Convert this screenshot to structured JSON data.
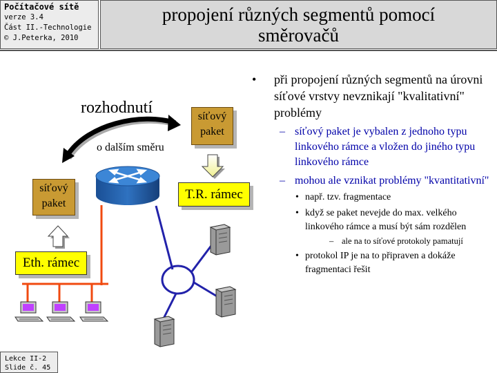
{
  "header": {
    "course": "Počítačové sítě",
    "version": "verze 3.4",
    "part": "Část II.-Technologie",
    "copyright": "© J.Peterka, 2010",
    "title_line1": "propojení různých segmentů pomocí",
    "title_line2": "směrovačů"
  },
  "footer": {
    "lesson": "Lekce II-2",
    "slide": "Slide č. 45"
  },
  "diagram": {
    "decision_label": "rozhodnutí",
    "direction_label": "o dalším směru",
    "packet_right": [
      "síťový",
      "paket"
    ],
    "packet_left": [
      "síťový",
      "paket"
    ],
    "tr_frame": "T.R. rámec",
    "eth_frame": "Eth. rámec"
  },
  "bullets": {
    "main": "při propojení různých segmentů na úrovni síťové vrstvy nevznikají \"kvalitativní\" problémy",
    "sub1": "síťový paket je vybalen z jednoho typu linkového rámce a vložen do jiného typu linkového rámce",
    "sub2": "mohou ale vznikat problémy \"kvantitativní\"",
    "sub2_items": [
      "např. tzv. fragmentace",
      "když se paket nevejde do max. velkého linkového rámce a musí být sám rozdělen",
      "protokol IP je na to připraven a dokáže fragmentaci řešit"
    ],
    "sub2_subitem": "ale na to síťové protokoly pamatují"
  }
}
